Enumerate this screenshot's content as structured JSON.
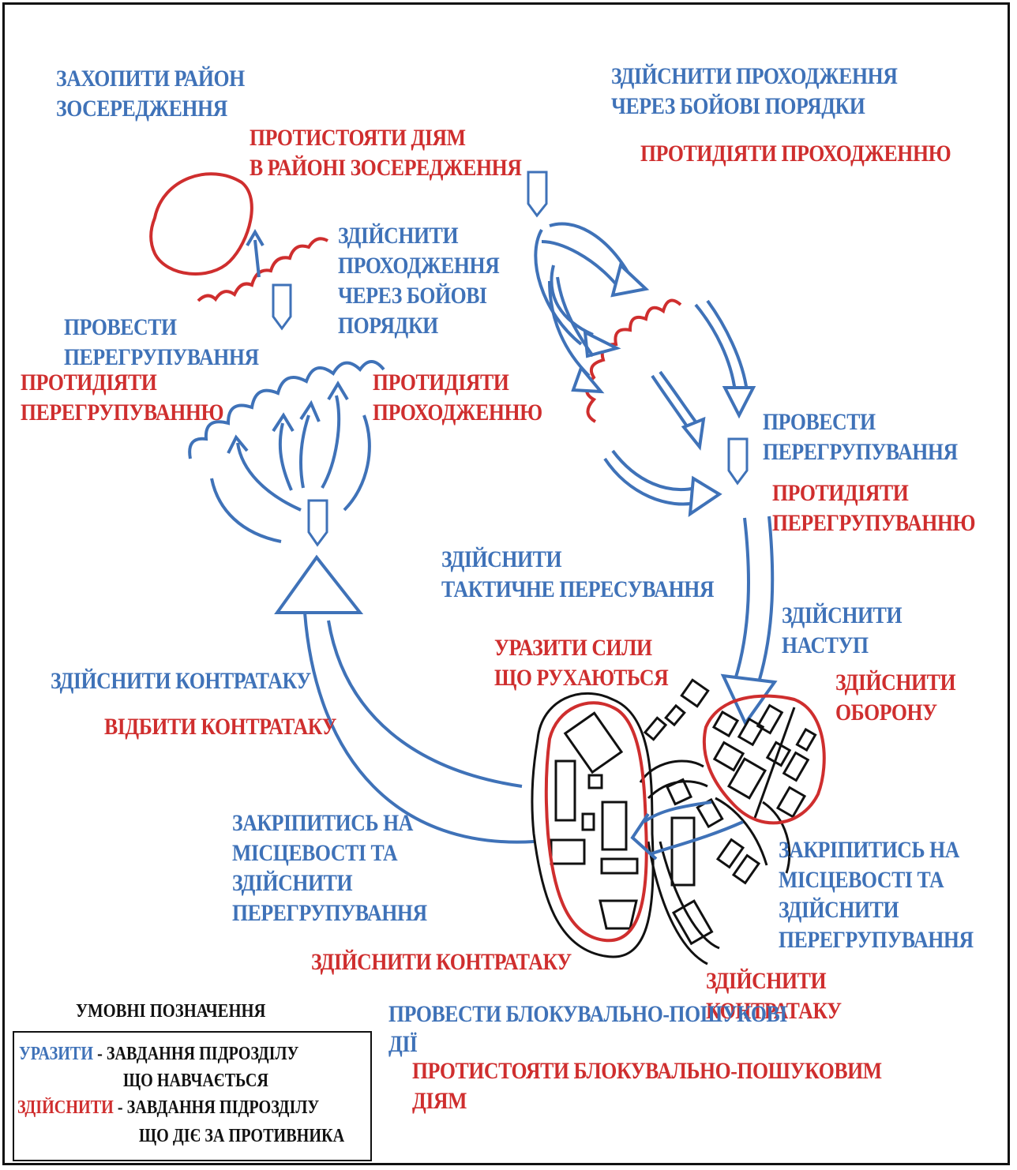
{
  "colors": {
    "blue": "#3f72b8",
    "red": "#cf2e2e",
    "black": "#111111"
  },
  "labels": {
    "capture_area": "ЗАХОПИТИ РАЙОН\nЗОСЕРЕДЖЕННЯ",
    "resist_in_area": "ПРОТИСТОЯТИ ДІЯМ\nВ РАЙОНІ ЗОСЕРЕДЖЕННЯ",
    "pass_through_top": "ЗДІЙСНИТИ ПРОХОДЖЕННЯ\nЧЕРЕЗ БОЙОВІ ПОРЯДКИ",
    "counter_passage_top": "ПРОТИДІЯТИ ПРОХОДЖЕННЮ",
    "pass_through_mid": "ЗДІЙСНИТИ\nПРОХОДЖЕННЯ\nЧЕРЕЗ БОЙОВІ\nПОРЯДКИ",
    "regroup_left": "ПРОВЕСТИ\nПЕРЕГРУПУВАННЯ",
    "counter_regroup_left": "ПРОТИДІЯТИ\nПЕРЕГРУПУВАННЮ",
    "counter_passage_mid": "ПРОТИДІЯТИ\nПРОХОДЖЕННЮ",
    "regroup_right": "ПРОВЕСТИ\nПЕРЕГРУПУВАННЯ",
    "counter_regroup_right": "ПРОТИДІЯТИ\nПЕРЕГРУПУВАННЮ",
    "tactical_move": "ЗДІЙСНИТИ\nТАКТИЧНЕ ПЕРЕСУВАННЯ",
    "offensive": "ЗДІЙСНИТИ\nНАСТУП",
    "strike_moving": "УРАЗИТИ СИЛИ\nЩО РУХАЮТЬСЯ",
    "defense": "ЗДІЙСНИТИ\nОБОРОНУ",
    "counterattack_blue": "ЗДІЙСНИТИ КОНТРАТАКУ",
    "repel_counterattack": "ВІДБИТИ КОНТРАТАКУ",
    "consolidate_left": "ЗАКРІПИТИСЬ НА\nМІСЦЕВОСТІ ТА\nЗДІЙСНИТИ\nПЕРЕГРУПУВАННЯ",
    "consolidate_right": "ЗАКРІПИТИСЬ НА\nМІСЦЕВОСТІ ТА\nЗДІЙСНИТИ\nПЕРЕГРУПУВАННЯ",
    "counterattack_red_left": "ЗДІЙСНИТИ КОНТРАТАКУ",
    "counterattack_red_right": "ЗДІЙСНИТИ КОНТРАТАКУ",
    "block_search": "ПРОВЕСТИ БЛОКУВАЛЬНО-ПОШУКОВІ\nДІЇ",
    "resist_block_search": "ПРОТИСТОЯТИ БЛОКУВАЛЬНО-ПОШУКОВИМ\nДІЯМ"
  },
  "legend": {
    "title": "УМОВНІ ПОЗНАЧЕННЯ",
    "blue_key": "УРАЗИТИ",
    "blue_desc_1": " - ЗАВДАННЯ ПІДРОЗДІЛУ",
    "blue_desc_2": "ЩО НАВЧАЄТЬСЯ",
    "red_key": "ЗДІЙСНИТИ",
    "red_desc_1": " - ЗАВДАННЯ ПІДРОЗДІЛУ",
    "red_desc_2": "ЩО ДІЄ ЗА ПРОТИВНИКА"
  }
}
